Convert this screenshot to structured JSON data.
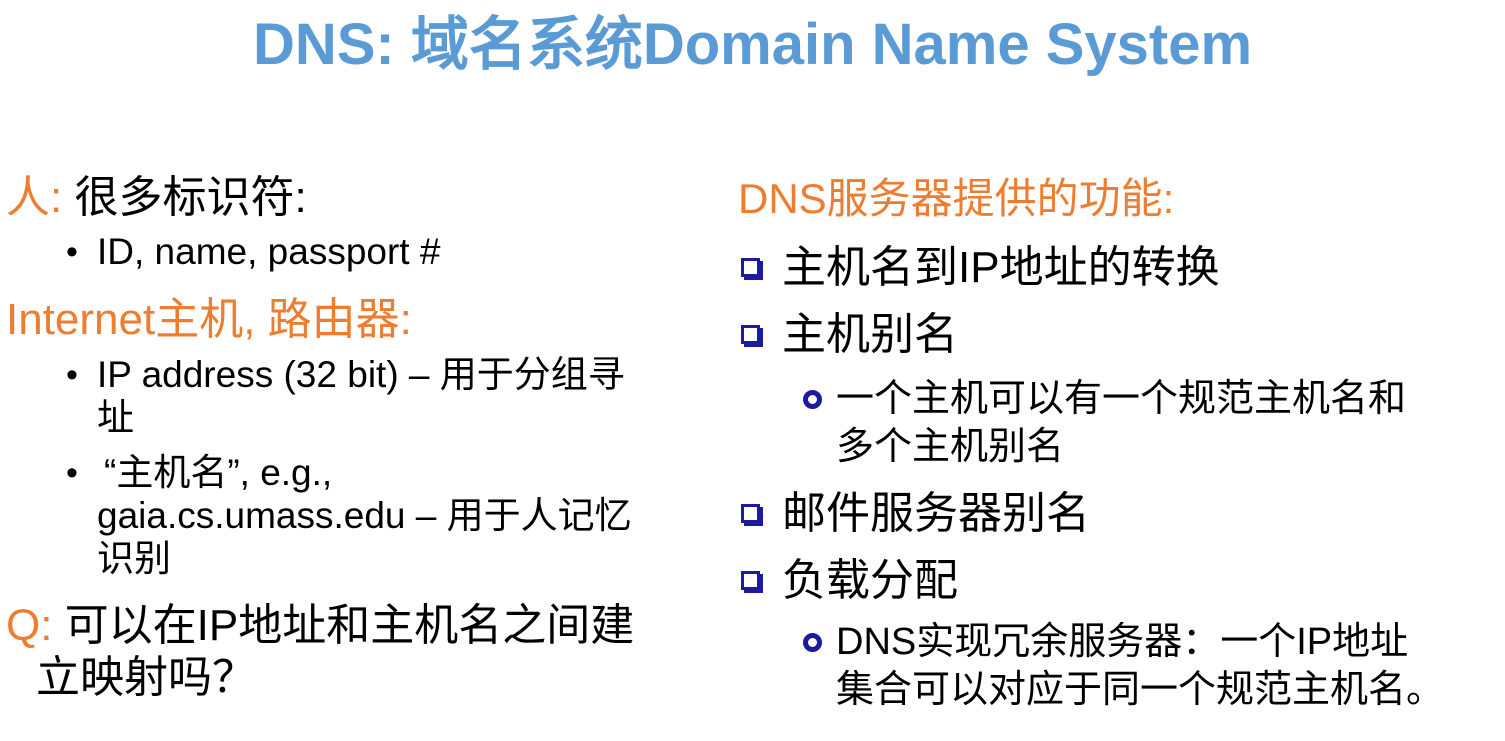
{
  "title": "DNS: 域名系统Domain Name System",
  "left": {
    "people_label": "人:",
    "people_text": " 很多标识符:",
    "people_item": "ID, name, passport #",
    "hosts_label": "Internet主机, 路由器:",
    "ip_line1": "IP address (32 bit) – 用于分组寻",
    "ip_line2": "址",
    "name_line1": "“主机名”, e.g.,",
    "name_line2": "gaia.cs.umass.edu – 用于人记忆",
    "name_line3": "识别",
    "q_label": "Q:",
    "q_line1": " 可以在IP地址和主机名之间建",
    "q_line2": "立映射吗？"
  },
  "right": {
    "heading": "DNS服务器提供的功能:",
    "item1": "主机名到IP地址的转换",
    "item2": "主机别名",
    "item2_sub1": "一个主机可以有一个规范主机名和",
    "item2_sub2": "多个主机别名",
    "item3": "邮件服务器别名",
    "item4": "负载分配",
    "item4_sub1": "DNS实现冗余服务器：一个IP地址",
    "item4_sub2": "集合可以对应于同一个规范主机名。"
  },
  "colors": {
    "title": "#5b9bd5",
    "accent": "#ed7d31",
    "bullet": "#1b1aa0"
  }
}
